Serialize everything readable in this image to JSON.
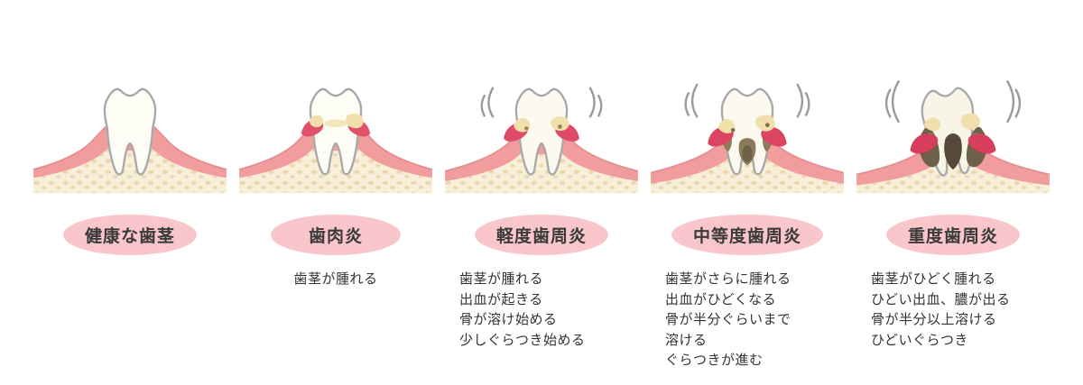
{
  "figure": {
    "stages": [
      {
        "id": "healthy",
        "label": "健康な歯茎",
        "description": ""
      },
      {
        "id": "gingivitis",
        "label": "歯肉炎",
        "description": "歯茎が腫れる"
      },
      {
        "id": "mild",
        "label": "軽度歯周炎",
        "description": "歯茎が腫れる\n出血が起きる\n骨が溶け始める\n少しぐらつき始める"
      },
      {
        "id": "moderate",
        "label": "中等度歯周炎",
        "description": "歯茎がさらに腫れる\n出血がひどくなる\n骨が半分ぐらいまで\n溶ける\nぐらつきが進む"
      },
      {
        "id": "severe",
        "label": "重度歯周炎",
        "description": "歯茎がひどく腫れる\nひどい出血、膿が出る\n骨が半分以上溶ける\nひどいぐらつき"
      }
    ],
    "colors": {
      "label_oval_bg": "#f9c6cb",
      "gum_pink": "#f29d9d",
      "inflamed_red": "#e2506a",
      "deep_inflamed_red": "#d63e5c",
      "bone_cream": "#f8efda",
      "bone_speck": "#ebd7ab",
      "tooth_white": "#fdfcf5",
      "tooth_outline_gray": "#a8a8a8",
      "plaque_yellow": "#f1e0ac",
      "tartar_brown": "#8b7b59",
      "pus_dark_brown": "#6f6049",
      "text_dark": "#333333"
    }
  }
}
